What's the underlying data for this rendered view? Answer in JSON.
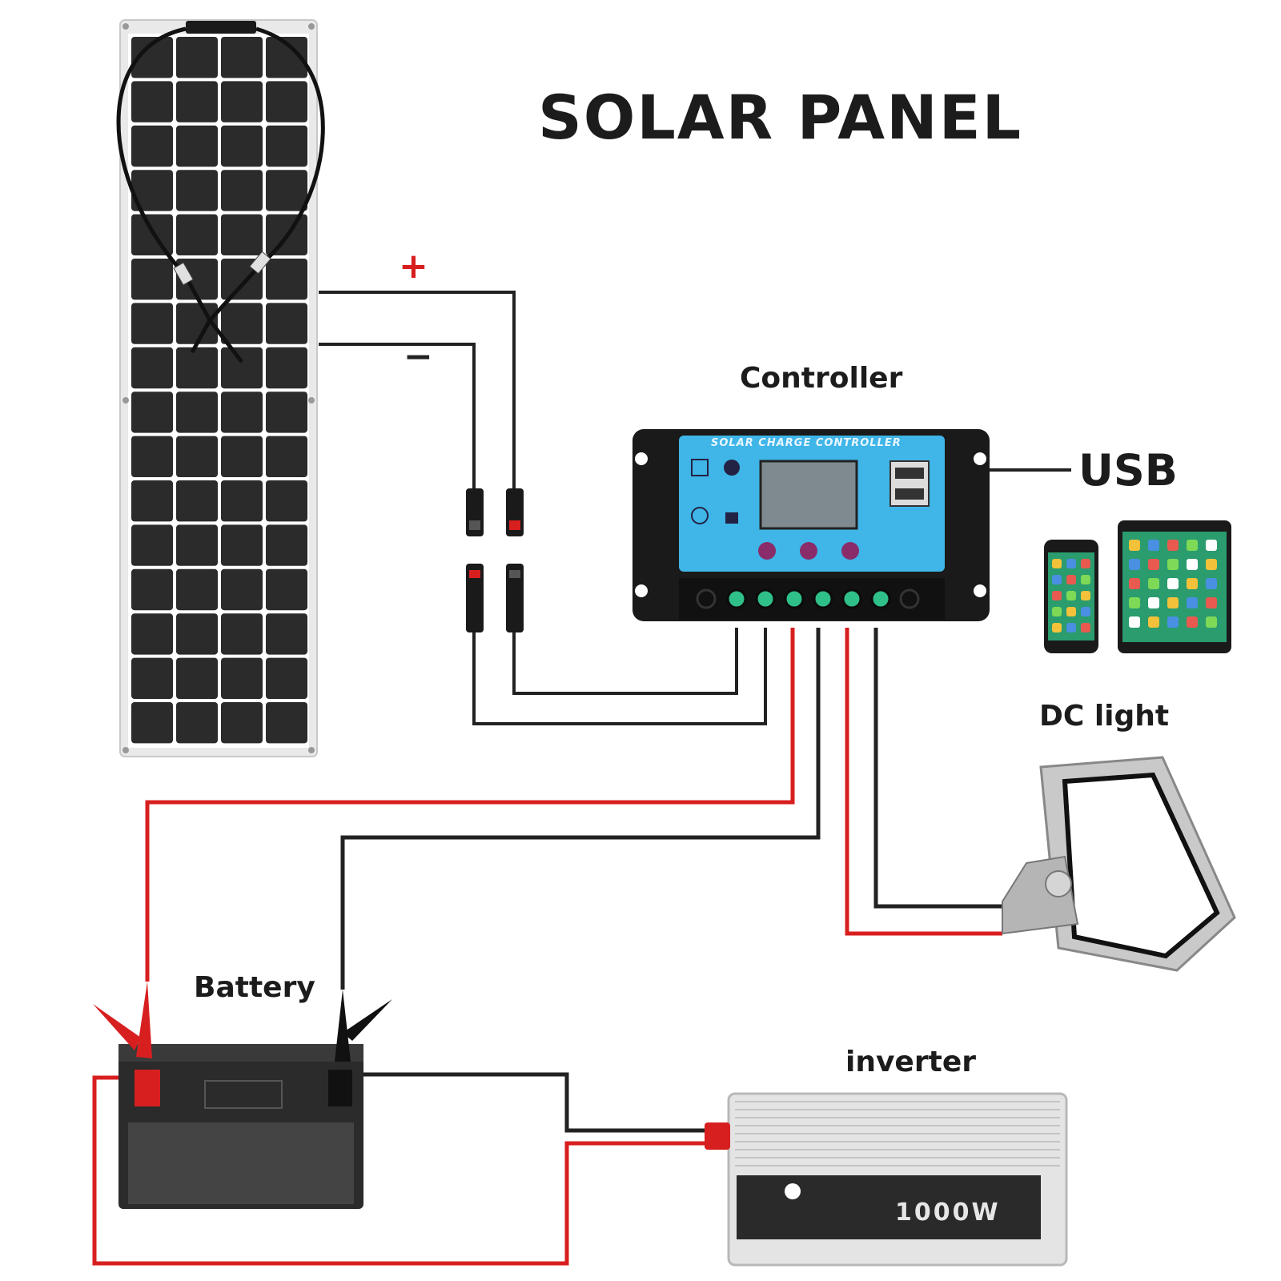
{
  "title": "SOLAR PANEL",
  "labels": {
    "controller": "Controller",
    "usb": "USB",
    "dc_light": "DC light",
    "battery": "Battery",
    "inverter": "inverter"
  },
  "polarity": {
    "positive": "+",
    "negative": "−"
  },
  "devices": {
    "controller_face_text": "SOLAR CHARGE CONTROLLER",
    "inverter_face_text": "1000W"
  },
  "colors": {
    "positive_wire": "#d81f1f",
    "negative_wire": "#222222",
    "controller_face": "#3fb5e8",
    "controller_body": "#1a1a1a",
    "panel_cell": "#2b2b2b"
  },
  "icons": [
    "solar-panel-icon",
    "mc4-connector-icon",
    "charge-controller-icon",
    "smartphone-icon",
    "tablet-icon",
    "floodlight-icon",
    "battery-icon",
    "clamp-icon",
    "inverter-icon"
  ]
}
